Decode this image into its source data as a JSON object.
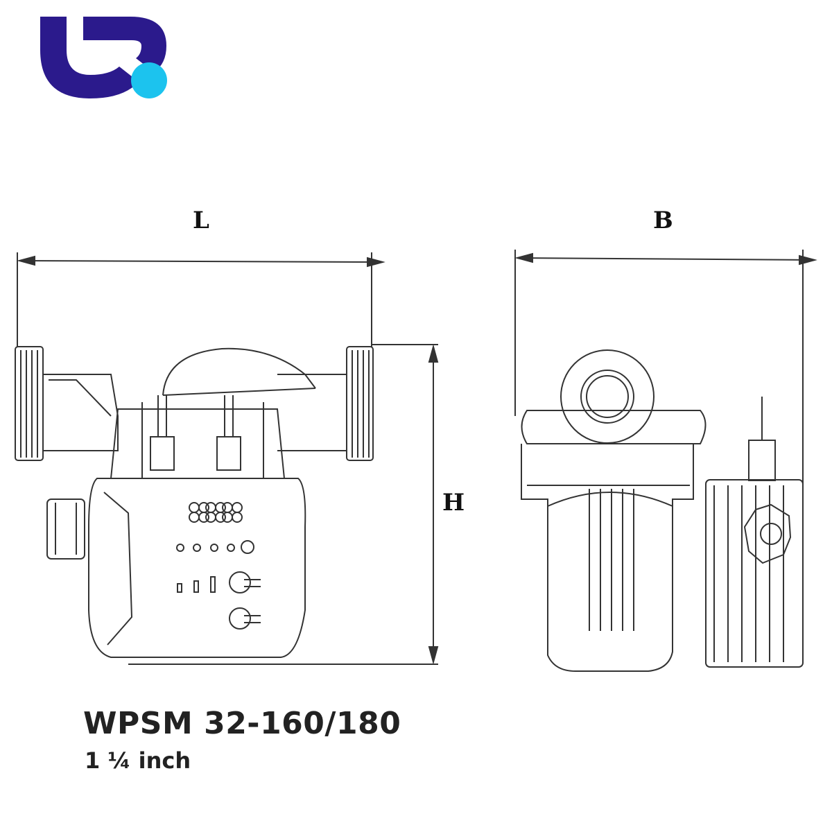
{
  "colors": {
    "logo_primary": "#2b1a8c",
    "logo_accent": "#1cc3ee",
    "line": "#333333"
  },
  "logo": {
    "icon": "brand-logo-icon"
  },
  "dimensions": {
    "length": "L",
    "breadth": "B",
    "height": "H"
  },
  "product": {
    "model": "WPSM 32-160/180",
    "size": "1 ¼ inch"
  }
}
